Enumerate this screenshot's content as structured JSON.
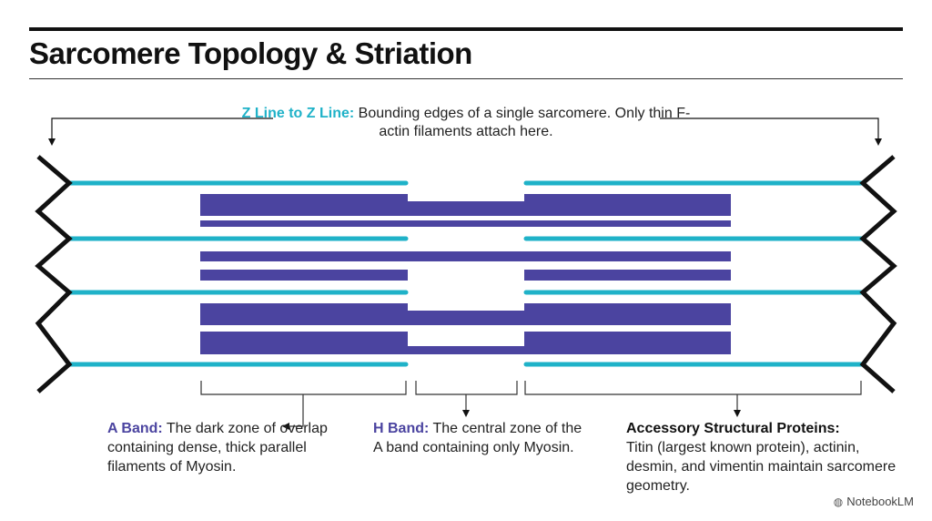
{
  "title": "Sarcomere Topology & Striation",
  "z_line_caption": {
    "lead": "Z Line to Z Line:",
    "text": " Bounding edges of a single sarcomere. Only thin F-actin filaments attach here."
  },
  "a_band": {
    "lead": "A Band:",
    "text": " The dark zone of overlap containing dense, thick parallel filaments of Myosin."
  },
  "h_band": {
    "lead": "H Band:",
    "text": " The central zone of the A band containing only Myosin."
  },
  "accessory": {
    "lead": "Accessory Structural Proteins:",
    "text": "Titin (largest known protein), actinin, desmin, and vimentin maintain sarcomere geometry."
  },
  "brand": {
    "icon": "notebooklm-icon",
    "label": "NotebookLM"
  },
  "colors": {
    "actin": "#1fb2c8",
    "myosin": "#4b44a0",
    "z_line": "#111111",
    "text": "#222222"
  }
}
